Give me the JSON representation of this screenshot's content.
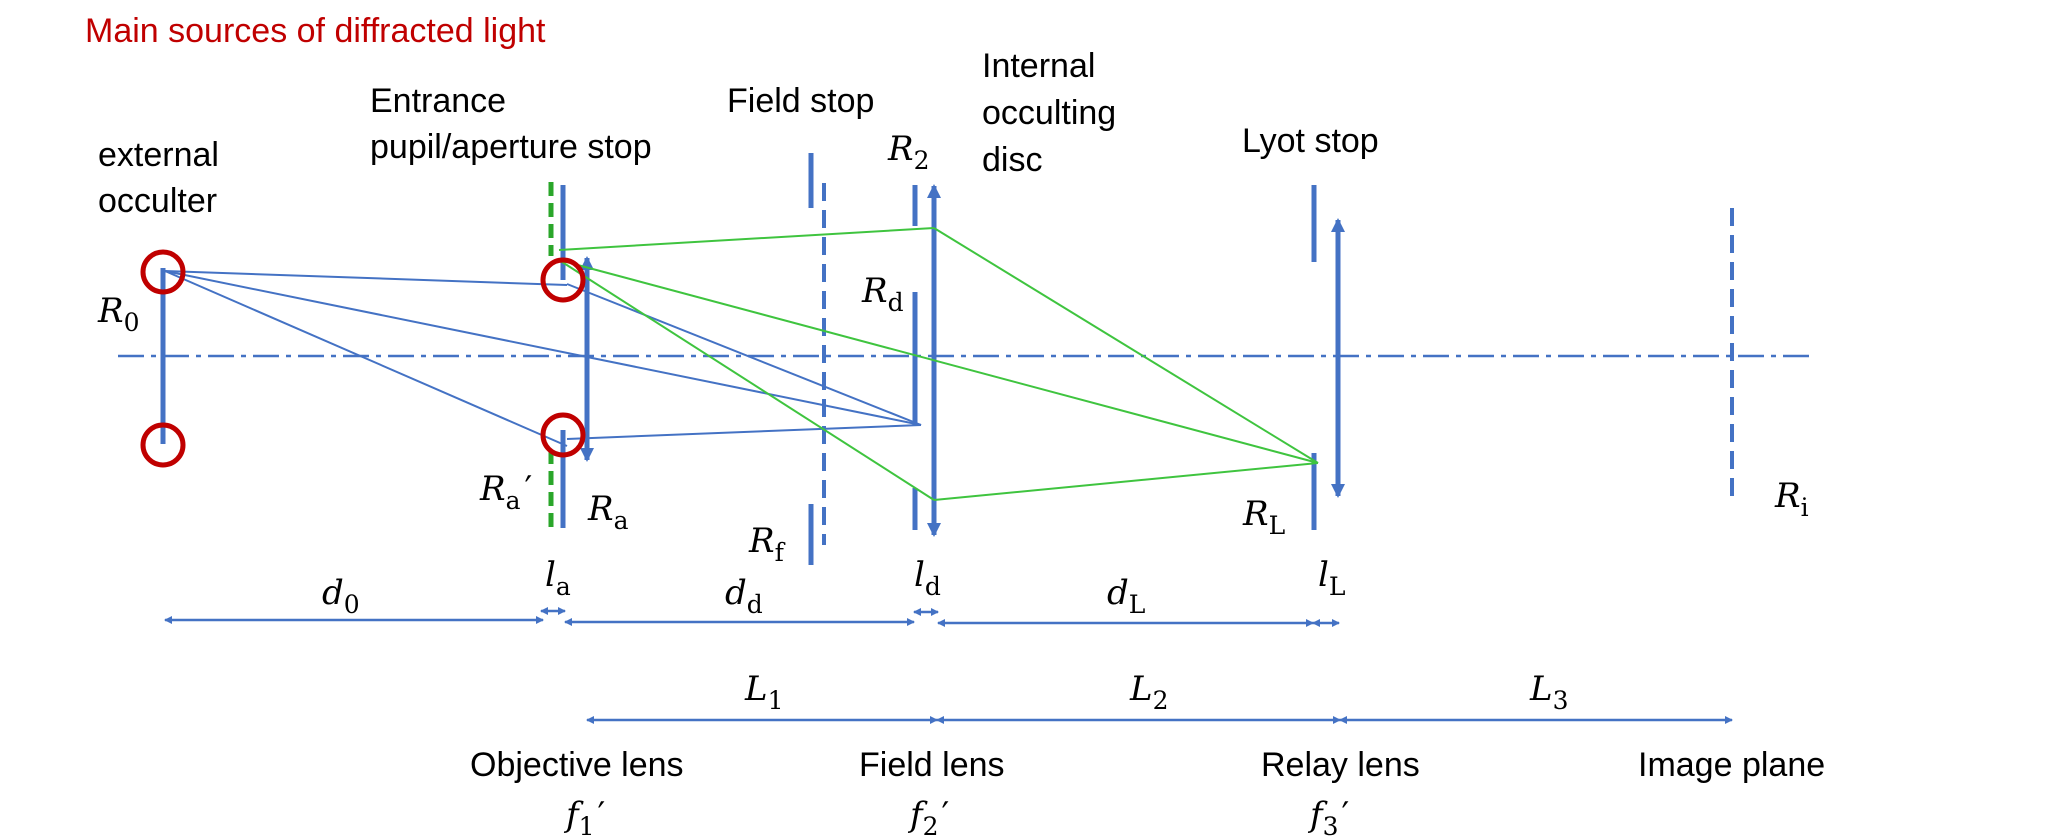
{
  "title": "Main sources of diffracted light",
  "colors": {
    "title": "#c00000",
    "optics": "#4472c4",
    "rays_green": "#3fc43f",
    "stop_green": "#2aa62a",
    "diffraction_circles": "#c00000"
  },
  "components": {
    "external_occulter": [
      "external",
      "occulter"
    ],
    "entrance_pupil": [
      "Entrance",
      "pupil/aperture stop"
    ],
    "field_stop": "Field stop",
    "internal_disc": [
      "Internal",
      "occulting",
      "disc"
    ],
    "lyot_stop": "Lyot stop"
  },
  "lenses": {
    "objective": "Objective lens",
    "field": "Field lens",
    "relay": "Relay lens",
    "image_plane": "Image plane"
  },
  "symbols": {
    "R0": {
      "base": "R",
      "sub": "0"
    },
    "R2": {
      "base": "R",
      "sub": "2"
    },
    "Rd": {
      "base": "R",
      "sub": "d"
    },
    "Ra_prime": {
      "base": "R",
      "sub": "a",
      "prime": "′"
    },
    "Ra": {
      "base": "R",
      "sub": "a"
    },
    "Rf": {
      "base": "R",
      "sub": "f"
    },
    "RL": {
      "base": "R",
      "sub": "L"
    },
    "Ri": {
      "base": "R",
      "sub": "i"
    },
    "la": {
      "base": "l",
      "sub": "a"
    },
    "ld": {
      "base": "l",
      "sub": "d"
    },
    "lL": {
      "base": "l",
      "sub": "L"
    },
    "d0": {
      "base": "d",
      "sub": "0"
    },
    "dd": {
      "base": "d",
      "sub": "d"
    },
    "dL": {
      "base": "d",
      "sub": "L"
    },
    "L1": {
      "base": "L",
      "sub": "1"
    },
    "L2": {
      "base": "L",
      "sub": "2"
    },
    "L3": {
      "base": "L",
      "sub": "3"
    },
    "f1": {
      "base": "f",
      "sub": "1",
      "prime": "′"
    },
    "f2": {
      "base": "f",
      "sub": "2",
      "prime": "′"
    },
    "f3": {
      "base": "f",
      "sub": "3",
      "prime": "′"
    }
  }
}
